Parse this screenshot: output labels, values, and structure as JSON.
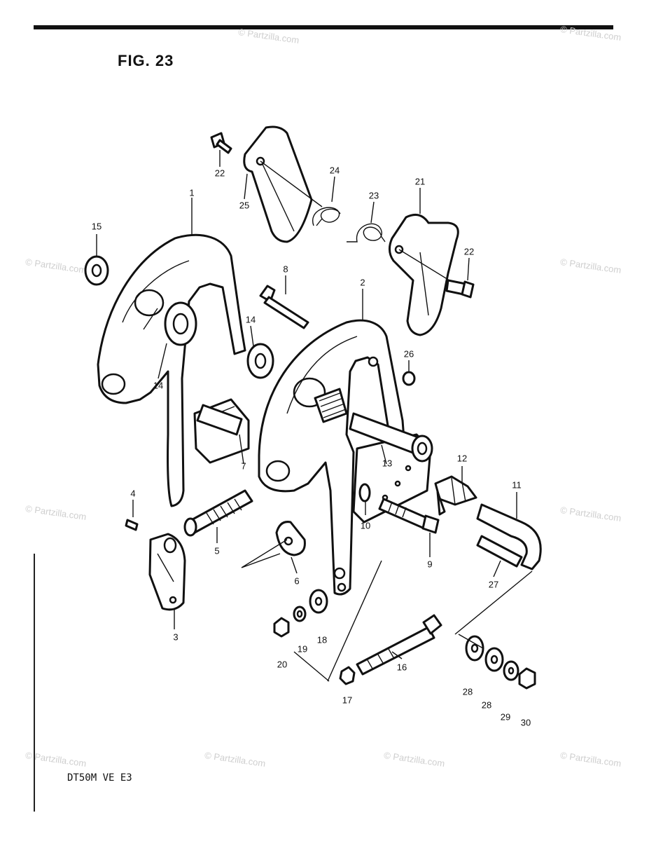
{
  "figure": {
    "title": "FIG. 23",
    "model_code": "DT50M VE E3",
    "watermark": "© Partzilla.com"
  },
  "callouts": {
    "c1": "1",
    "c2": "2",
    "c3": "3",
    "c4": "4",
    "c5": "5",
    "c6": "6",
    "c7": "7",
    "c8": "8",
    "c9": "9",
    "c10": "10",
    "c11": "11",
    "c12": "12",
    "c13": "13",
    "c14a": "14",
    "c14b": "14",
    "c15": "15",
    "c16": "16",
    "c17": "17",
    "c18": "18",
    "c19": "19",
    "c20": "20",
    "c21": "21",
    "c22a": "22",
    "c22b": "22",
    "c23": "23",
    "c24": "24",
    "c25": "25",
    "c26": "26",
    "c27": "27",
    "c28a": "28",
    "c28b": "28",
    "c29": "29",
    "c30": "30"
  },
  "colors": {
    "ink": "#111111",
    "watermark": "#cfcfcf",
    "paper": "#ffffff"
  }
}
